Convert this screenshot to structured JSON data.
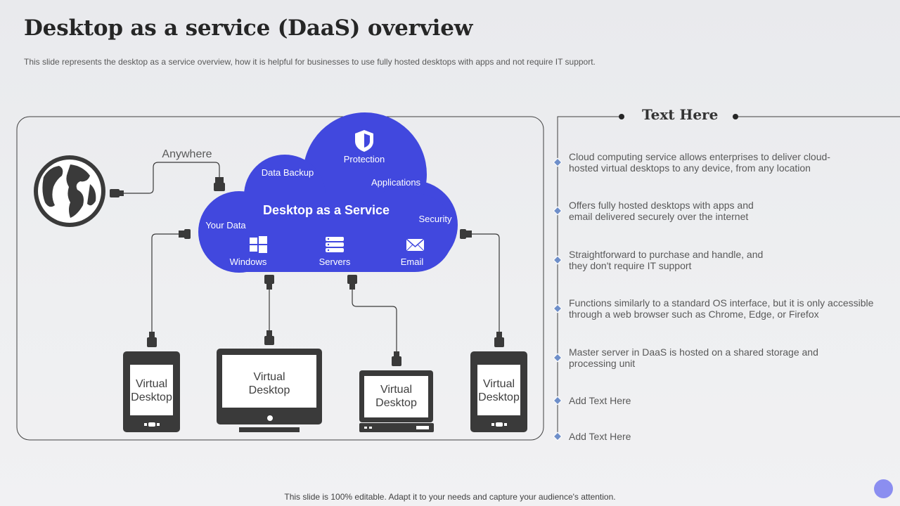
{
  "title": "Desktop as a service (DaaS) overview",
  "subtitle": "This slide represents the desktop as a service overview,  how it is helpful for businesses to use fully hosted desktops with apps and not require IT support.",
  "diagram": {
    "anywhere_label": "Anywhere",
    "cloud": {
      "title": "Desktop as a Service",
      "labels": {
        "protection": "Protection",
        "data_backup": "Data Backup",
        "applications": "Applications",
        "your_data": "Your Data",
        "security": "Security",
        "windows": "Windows",
        "servers": "Servers",
        "email": "Email"
      }
    },
    "devices": [
      {
        "line1": "Virtual",
        "line2": "Desktop"
      },
      {
        "line1": "Virtual",
        "line2": "Desktop"
      },
      {
        "line1": "Virtual",
        "line2": "Desktop"
      },
      {
        "line1": "Virtual",
        "line2": "Desktop"
      }
    ]
  },
  "panel": {
    "heading": "Text Here",
    "points": [
      "Cloud computing service allows enterprises to deliver cloud-\nhosted virtual desktops to any device,  from any location",
      "Offers fully hosted desktops with apps and\nemail delivered securely over the internet",
      "Straightforward to purchase and handle, and\nthey don't require IT support",
      "Functions similarly to a standard OS interface, but it is only accessible\nthrough a web browser such as Chrome, Edge, or Firefox",
      "Master server in DaaS is hosted on a shared storage and\nprocessing unit",
      "Add Text Here",
      "Add Text Here"
    ]
  },
  "footer": "This slide is 100% editable. Adapt it to your needs and capture your audience's attention.",
  "colors": {
    "cloud": "#4148de",
    "device": "#3a3a3a",
    "diamond": "#6f8fc9"
  }
}
